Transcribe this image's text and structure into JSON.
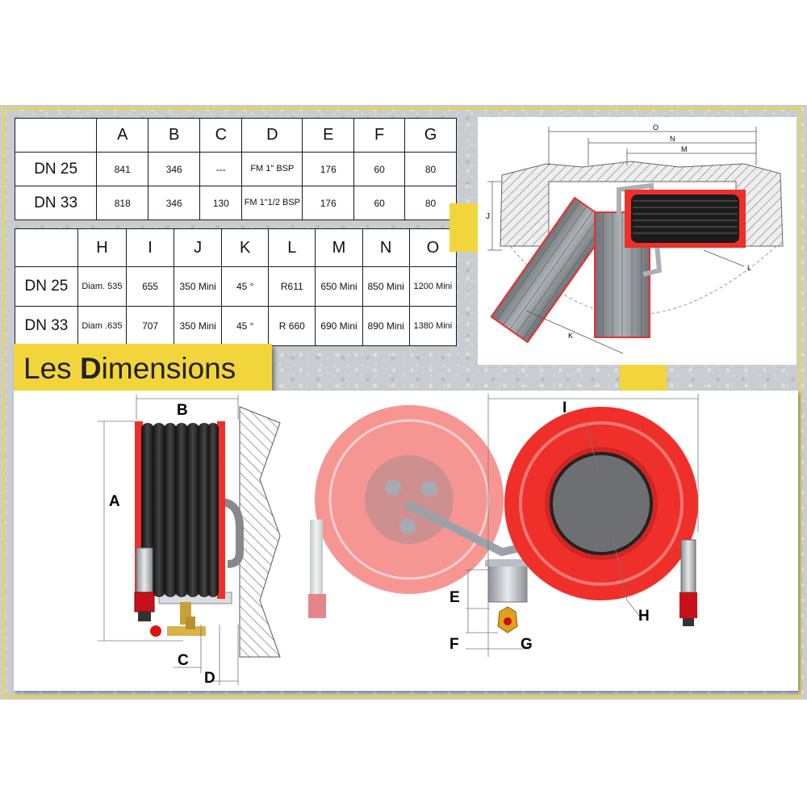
{
  "table1": {
    "headers": [
      "",
      "A",
      "B",
      "C",
      "D",
      "E",
      "F",
      "G"
    ],
    "rows": [
      {
        "label": "DN 25",
        "cells": [
          "841",
          "346",
          "---",
          "FM 1\" BSP",
          "176",
          "60",
          "80"
        ]
      },
      {
        "label": "DN 33",
        "cells": [
          "818",
          "346",
          "130",
          "FM 1\"1/2 BSP",
          "176",
          "60",
          "80"
        ]
      }
    ]
  },
  "table2": {
    "headers": [
      "",
      "H",
      "I",
      "J",
      "K",
      "L",
      "M",
      "N",
      "O"
    ],
    "rows": [
      {
        "label": "DN 25",
        "cells": [
          "Diam. 535",
          "655",
          "350 Mini",
          "45 °",
          "R611",
          "650 Mini",
          "850 Mini",
          "1200 Mini"
        ]
      },
      {
        "label": "DN 33",
        "cells": [
          "Diam .635",
          "707",
          "350 Mini",
          "45 °",
          "R 660",
          "690 Mini",
          "890 Mini",
          "1380 Mini"
        ]
      }
    ]
  },
  "title": {
    "prefix": "Les ",
    "bold": "D",
    "rest": "imensions"
  },
  "diagram_labels": {
    "top": {
      "O": "O",
      "N": "N",
      "M": "M",
      "J": "J",
      "L": "L",
      "K": "K"
    },
    "side": {
      "A": "A",
      "B": "B",
      "C": "C",
      "D": "D"
    },
    "front": {
      "E": "E",
      "F": "F",
      "G": "G",
      "H": "H",
      "I": "I"
    }
  },
  "colors": {
    "reel_red": "#ee2f2a",
    "hose": "#1c1c1c",
    "accent_yellow": "#f2d53a",
    "frame_yellow": "#e5d35a"
  }
}
